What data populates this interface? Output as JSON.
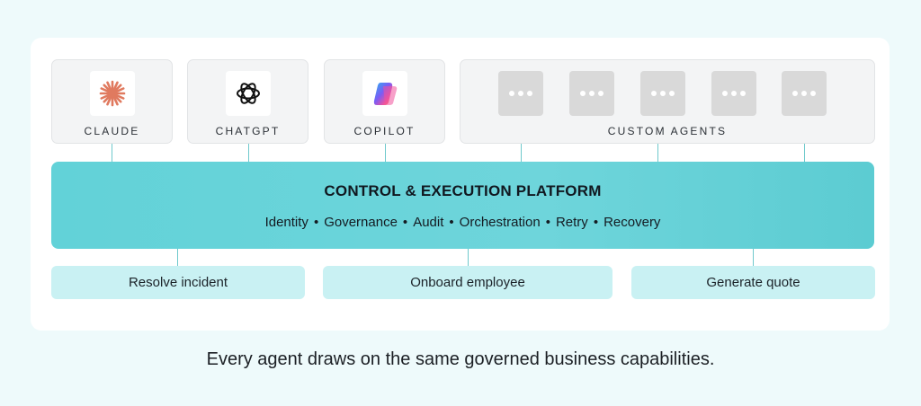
{
  "agents": [
    {
      "label": "CLAUDE",
      "icon": "claude-logo-icon",
      "color": "#e07a5f"
    },
    {
      "label": "CHATGPT",
      "icon": "chatgpt-logo-icon",
      "color": "#111111"
    },
    {
      "label": "COPILOT",
      "icon": "copilot-logo-icon",
      "color": "#3b82f6"
    },
    {
      "label": "CUSTOM AGENTS",
      "icon": "placeholder-dots-icon",
      "count": 5
    }
  ],
  "platform": {
    "title": "CONTROL & EXECUTION PLATFORM",
    "features": [
      "Identity",
      "Governance",
      "Audit",
      "Orchestration",
      "Retry",
      "Recovery"
    ],
    "separator": "•",
    "color": "#62d2d8"
  },
  "capabilities": [
    "Resolve incident",
    "Onboard employee",
    "Generate quote"
  ],
  "caption": "Every agent draws on the same governed business capabilities."
}
